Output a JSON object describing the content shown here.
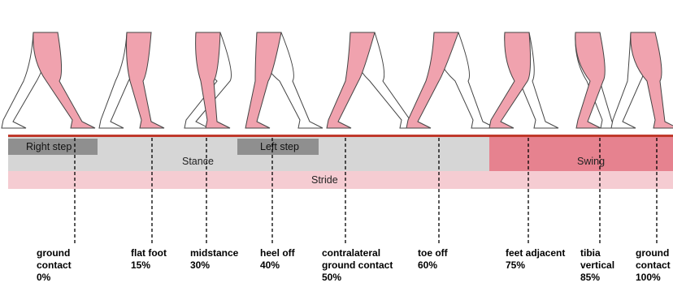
{
  "steps": {
    "right_step": "Right step",
    "left_step": "Left step"
  },
  "bands": {
    "stance": "Stance",
    "swing": "Swing",
    "stride": "Stride"
  },
  "events": [
    {
      "label": "ground\ncontact\n0%"
    },
    {
      "label": "flat foot\n15%"
    },
    {
      "label": "midstance\n30%"
    },
    {
      "label": "heel off\n40%"
    },
    {
      "label": "contralateral\nground contact\n50%"
    },
    {
      "label": "toe off\n60%"
    },
    {
      "label": "feet adjacent\n75%"
    },
    {
      "label": "tibia\nvertical\n85%"
    },
    {
      "label": "ground\ncontact\n100%"
    }
  ],
  "colors": {
    "ground_line": "#c0392b",
    "stance_band": "#d6d6d6",
    "swing_band": "#e6828f",
    "stride_band": "#f5ccd2",
    "step_box": "#8f8f8f",
    "leg_front": "#f0a2ae",
    "leg_back": "#ffffff"
  }
}
